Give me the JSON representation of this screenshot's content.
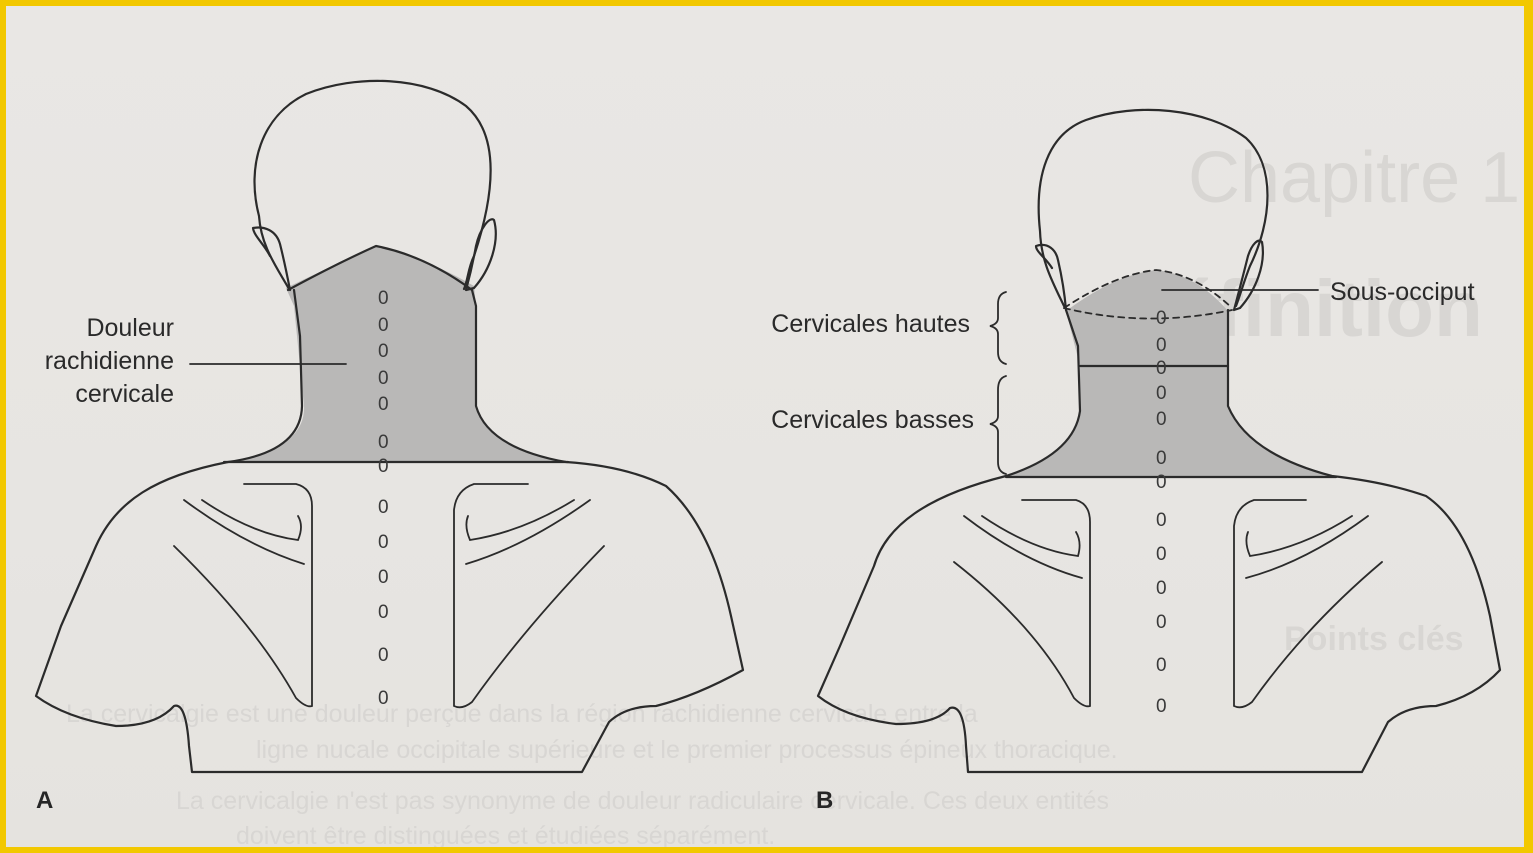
{
  "figure": {
    "panel_a": {
      "letter": "A",
      "label_lines": [
        "Douleur",
        "rachidienne",
        "cervicale"
      ]
    },
    "panel_b": {
      "letter": "B",
      "label_upper": "Cervicales hautes",
      "label_lower": "Cervicales basses",
      "label_suboccipital": "Sous-occiput"
    },
    "vertebra_glyph": "0",
    "colors": {
      "frame": "#f2c800",
      "page": "#e8e6e3",
      "shaded_region": "#b9b8b7",
      "ink": "#2b2b2b"
    }
  },
  "background_page": {
    "heading_1": "Chapitre 1",
    "heading_2": "Définition",
    "section_title": "Points clés",
    "line_1": "La cervicalgie est une douleur perçue dans la région rachidienne cervicale entre la",
    "line_2": "ligne nucale occipitale supérieure et le premier processus épineux thoracique.",
    "line_3": "La cervicalgie n'est pas synonyme de douleur radiculaire cervicale. Ces deux entités",
    "line_4": "doivent être distinguées et étudiées séparément."
  }
}
